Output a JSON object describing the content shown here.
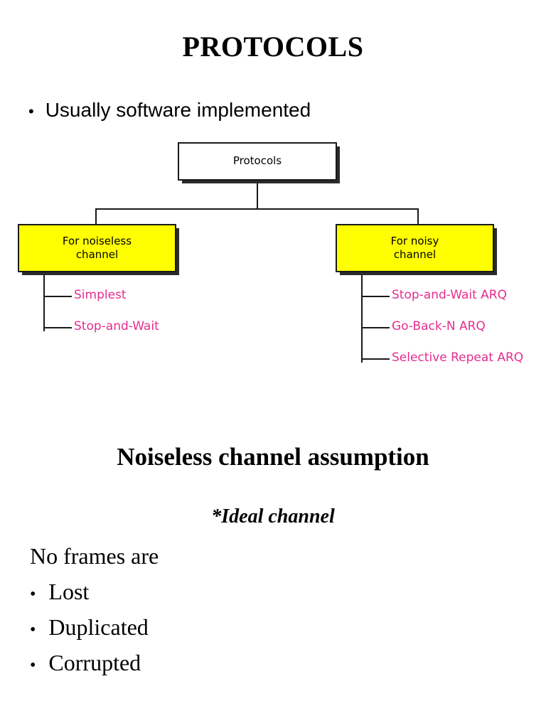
{
  "slide": {
    "title": "PROTOCOLS",
    "top_bullet": {
      "marker": "•",
      "text": "Usually software implemented"
    }
  },
  "diagram": {
    "root": {
      "label": "Protocols"
    },
    "branches": [
      {
        "label_line1": "For noiseless",
        "label_line2": "channel"
      },
      {
        "label_line1": "For noisy",
        "label_line2": "channel"
      }
    ],
    "noiseless_leaves": [
      {
        "label": "Simplest"
      },
      {
        "label": "Stop-and-Wait"
      }
    ],
    "noisy_leaves": [
      {
        "label": "Stop-and-Wait ARQ"
      },
      {
        "label": "Go-Back-N ARQ"
      },
      {
        "label": "Selective Repeat ARQ"
      }
    ],
    "colors": {
      "branch_fill": "#FFFF00",
      "root_fill": "#FFFFFF",
      "leaf_text": "#E62D8F",
      "line": "#1A1A1A",
      "shadow": "#2B2B2B"
    }
  },
  "assumption": {
    "heading": "Noiseless channel assumption",
    "subheading": "*Ideal channel",
    "lead_in": "No frames are",
    "marker": "•",
    "items": [
      {
        "label": "Lost"
      },
      {
        "label": "Duplicated"
      },
      {
        "label": "Corrupted"
      }
    ]
  }
}
